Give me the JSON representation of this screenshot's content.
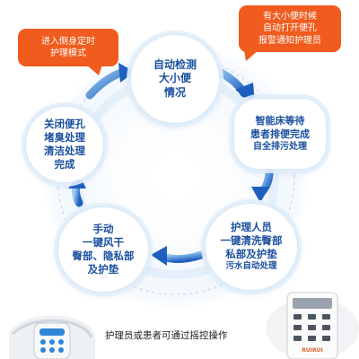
{
  "nodes": {
    "detect": {
      "lines": [
        "自动检测",
        "大小便",
        "情况"
      ]
    },
    "bed": {
      "lines": [
        "智能床等待",
        "患者排便完成",
        "自全排污处理"
      ]
    },
    "caregiver": {
      "lines": [
        "护理人员",
        "一键清洗臀部",
        "私部及护垫",
        "污水自动处理"
      ]
    },
    "manual": {
      "lines": [
        "手动",
        "一键风干",
        "臀部、隐私部",
        "及护垫"
      ]
    },
    "close": {
      "lines": [
        "关闭便孔",
        "堵臭处理",
        "清洁处理",
        "完成"
      ]
    }
  },
  "callouts": {
    "left": {
      "lines": [
        "进入侧身定时",
        "护理模式"
      ]
    },
    "right": {
      "lines": [
        "有大小便时候",
        "自动打开便孔",
        "报警通知护理员"
      ]
    }
  },
  "caption": "护理员或患者可通过摇控操作",
  "device_brand": "RUIRUI",
  "colors": {
    "node_text": "#1a4f9e",
    "callout_bg": "#f05b1e",
    "arrow_dark": "#1f5fbf",
    "arrow_light": "#8fc6f2"
  }
}
